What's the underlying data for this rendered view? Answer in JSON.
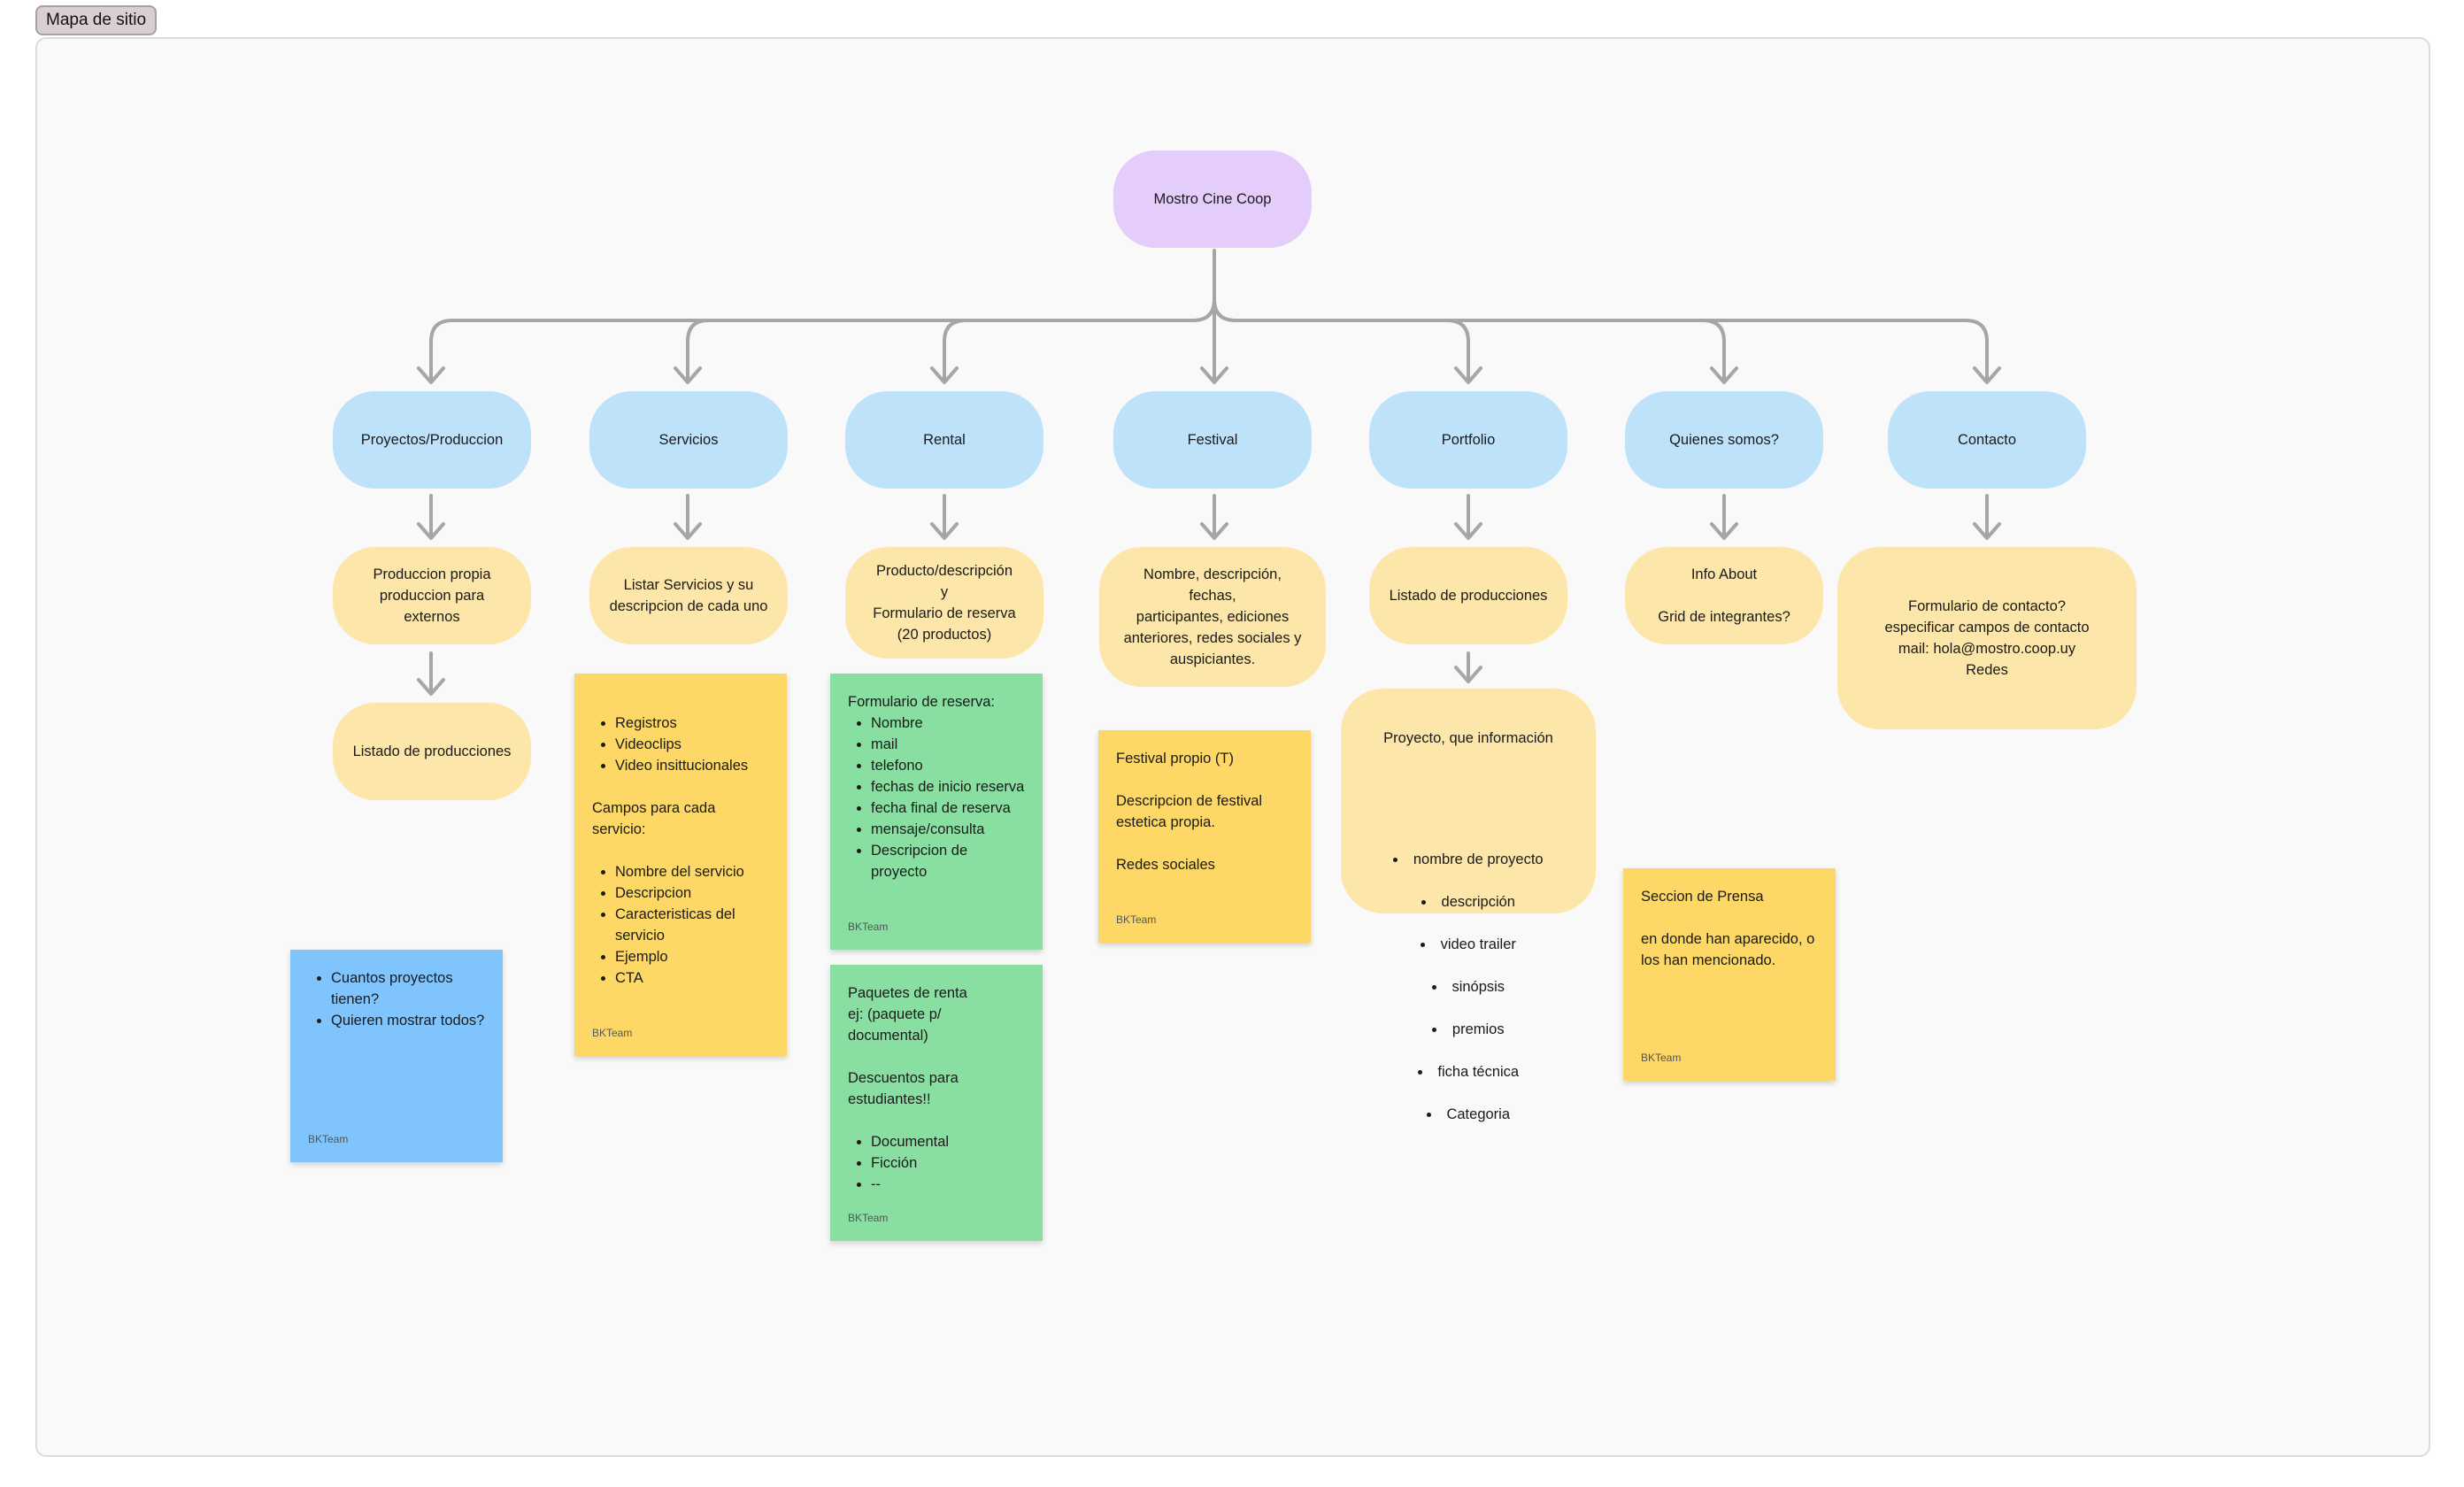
{
  "frame": {
    "label": "Mapa de sitio"
  },
  "root": {
    "label": "Mostro Cine Coop"
  },
  "sections": [
    {
      "label": "Proyectos/Produccion"
    },
    {
      "label": "Servicios"
    },
    {
      "label": "Rental"
    },
    {
      "label": "Festival"
    },
    {
      "label": "Portfolio"
    },
    {
      "label": "Quienes somos?"
    },
    {
      "label": "Contacto"
    }
  ],
  "content_nodes": {
    "proyectos": "Produccion propia\nproduccion para externos",
    "proyectos_listado": "Listado de producciones",
    "servicios": "Listar Servicios y su\ndescripcion de cada uno",
    "rental": "Producto/descripción\ny\nFormulario de reserva\n(20 productos)",
    "festival": "Nombre, descripción, fechas,\nparticipantes, ediciones\nanteriores, redes sociales y\nauspiciantes.",
    "portfolio": "Listado de producciones",
    "quienes": "Info About\n\nGrid de integrantes?",
    "contacto": "Formulario de contacto?\nespecificar campos de contacto\nmail: hola@mostro.coop.uy\nRedes",
    "portfolio_proyecto": {
      "title": "Proyecto, que información",
      "items": [
        "nombre de proyecto",
        "descripción",
        "video trailer",
        "sinópsis",
        "premios",
        "ficha técnica",
        "Categoria"
      ]
    }
  },
  "stickies": {
    "proyectos_note": {
      "items": [
        "Cuantos proyectos tienen?",
        "Quieren mostrar todos?"
      ],
      "author": "BKTeam"
    },
    "servicios_note": {
      "items1": [
        "Registros",
        "Videoclips",
        "Video insittucionales"
      ],
      "text": "Campos para cada servicio:",
      "items2": [
        "Nombre del servicio",
        "Descripcion",
        "Caracteristicas del servicio",
        "Ejemplo",
        "CTA"
      ],
      "author": "BKTeam"
    },
    "rental_form_note": {
      "title": "Formulario de reserva:",
      "items": [
        "Nombre",
        "mail",
        "telefono",
        "fechas de inicio reserva",
        "fecha final de reserva",
        "mensaje/consulta",
        "Descripcion de proyecto"
      ],
      "author": "BKTeam"
    },
    "rental_packs_note": {
      "text1": "Paquetes de renta\nej: (paquete p/\ndocumental)",
      "text2": "Descuentos para\nestudiantes!!",
      "items": [
        "Documental",
        "Ficción",
        "--"
      ],
      "author": "BKTeam"
    },
    "festival_note": {
      "text1": "Festival propio (T)",
      "text2": "Descripcion de festival\nestetica propia.",
      "text3": "Redes sociales",
      "author": "BKTeam"
    },
    "prensa_note": {
      "text1": "Seccion de Prensa",
      "text2": "en donde han aparecido, o\nlos han mencionado.",
      "author": "BKTeam"
    }
  },
  "colors": {
    "root": "#e4cdfb",
    "section": "#bfe2fb",
    "content": "#fde6a9",
    "sticky_yellow": "#fdd866",
    "sticky_green": "#88dfa1",
    "sticky_blue": "#80c4fd",
    "connector": "#a6a6a6"
  }
}
